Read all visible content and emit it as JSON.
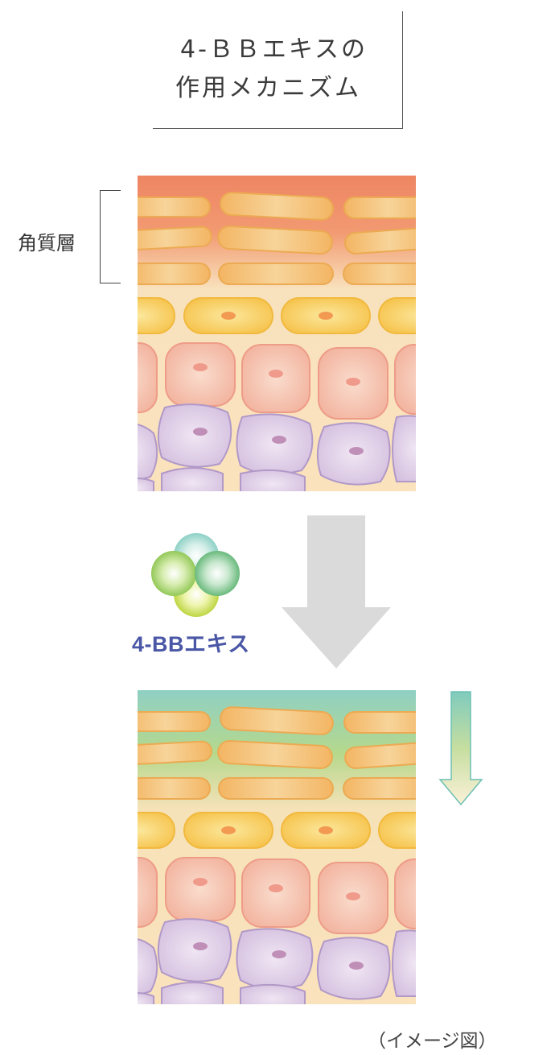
{
  "title": {
    "line1": "4-ＢＢエキスの",
    "line2": "作用メカニズム"
  },
  "stratum_label": "角質層",
  "extract_label": "4-BBエキス",
  "caption": "（イメージ図）",
  "colors": {
    "top_gradient_start": "#ee8563",
    "top_gradient_end": "#f8e2bd",
    "bottom_gradient_start": "#8fd0c4",
    "bottom_gradient_mid": "#b8d88a",
    "skin_background": "#fae2bd",
    "keratinocyte_orange": "#f5b868",
    "granular_yellow": "#f7c950",
    "spinous_pink": "#f4bca8",
    "basal_purple": "#d7c3e0",
    "arrow_gray": "#d9dad9",
    "label_blue": "#4a57a6"
  },
  "icons": {
    "extract": "four-sphere-cluster-icon",
    "big_arrow": "down-arrow-icon",
    "small_arrow": "gradient-down-arrow-icon"
  }
}
